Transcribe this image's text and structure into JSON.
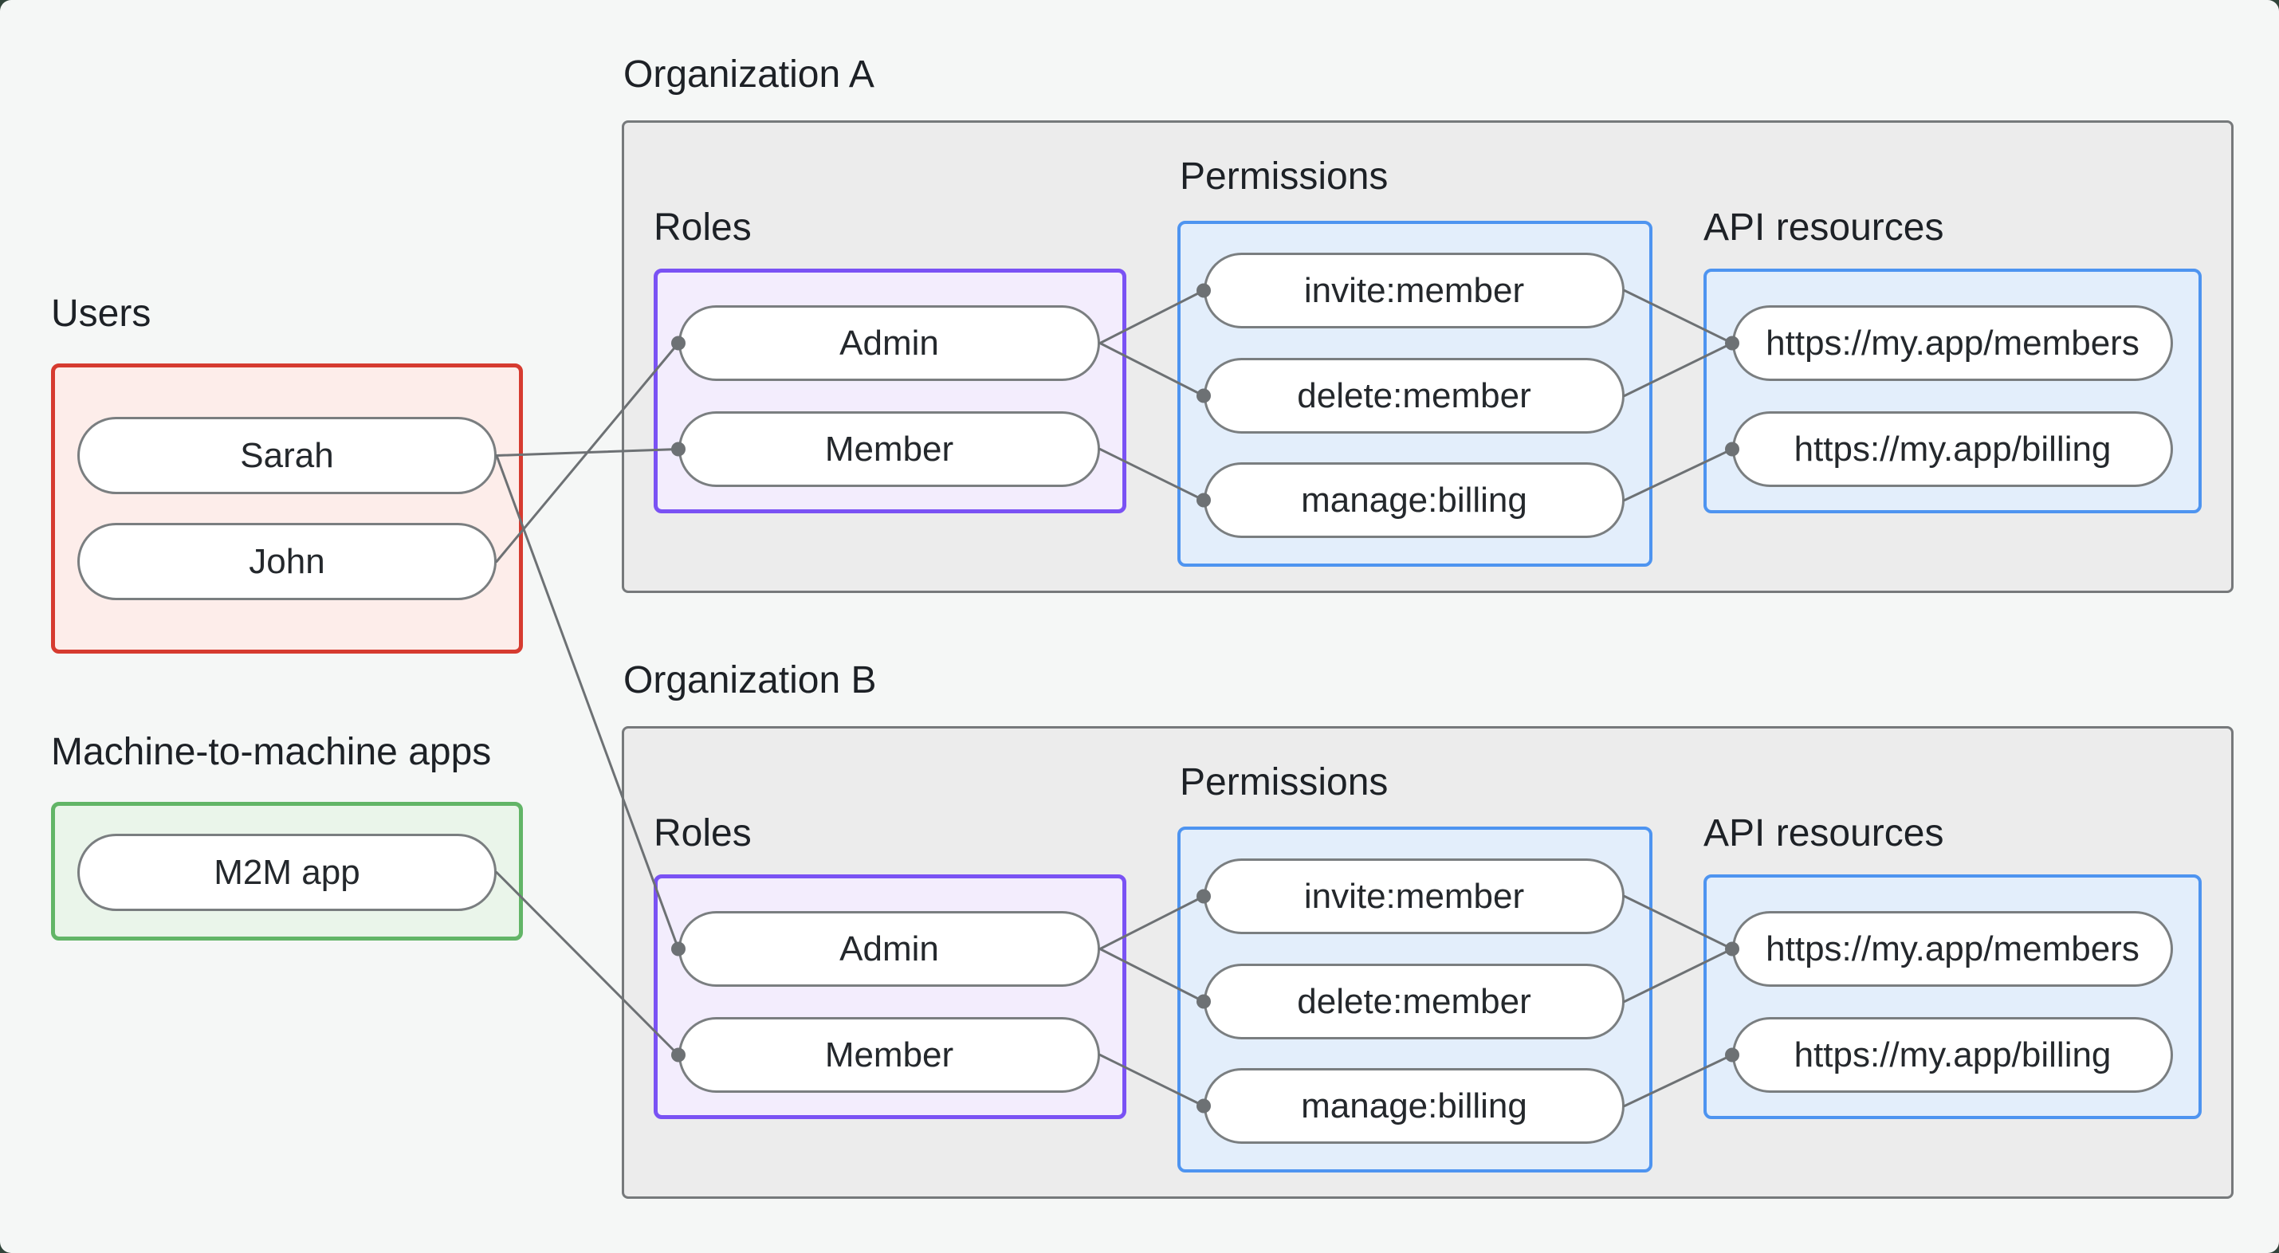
{
  "canvas": {
    "background": "#f5f7f6",
    "corner_backdrop": "#31443a"
  },
  "colors": {
    "edge": "#6d7174",
    "dot": "#6d7174",
    "pill_border": "#7a7e80",
    "pill_fill": "#ffffff",
    "org_box_border": "#76797b",
    "org_box_fill": "#ececec",
    "users_border": "#d63b30",
    "users_fill": "#fdedea",
    "m2m_border": "#62b567",
    "m2m_fill": "#eaf5ea",
    "roles_border": "#7a52f4",
    "roles_fill": "#f3edfd",
    "permissions_border": "#4e94f0",
    "permissions_fill": "#e3eefb",
    "text": "#1d2126"
  },
  "labels": {
    "users": "Users",
    "m2m": "Machine-to-machine apps"
  },
  "orgs": {
    "a": {
      "title": "Organization A",
      "roles_label": "Roles",
      "permissions_label": "Permissions",
      "api_label": "API resources"
    },
    "b": {
      "title": "Organization B",
      "roles_label": "Roles",
      "permissions_label": "Permissions",
      "api_label": "API resources"
    }
  },
  "nodes": {
    "sarah": {
      "label": "Sarah"
    },
    "john": {
      "label": "John"
    },
    "m2m_app": {
      "label": "M2M app"
    },
    "a_admin": {
      "label": "Admin"
    },
    "a_member": {
      "label": "Member"
    },
    "a_invite": {
      "label": "invite:member"
    },
    "a_delete": {
      "label": "delete:member"
    },
    "a_manage": {
      "label": "manage:billing"
    },
    "a_members": {
      "label": "https://my.app/members"
    },
    "a_billing": {
      "label": "https://my.app/billing"
    },
    "b_admin": {
      "label": "Admin"
    },
    "b_member": {
      "label": "Member"
    },
    "b_invite": {
      "label": "invite:member"
    },
    "b_delete": {
      "label": "delete:member"
    },
    "b_manage": {
      "label": "manage:billing"
    },
    "b_members": {
      "label": "https://my.app/members"
    },
    "b_billing": {
      "label": "https://my.app/billing"
    }
  },
  "edges": [
    {
      "from": "sarah",
      "to": "a_member"
    },
    {
      "from": "john",
      "to": "a_admin"
    },
    {
      "from": "sarah",
      "to": "b_admin"
    },
    {
      "from": "m2m_app",
      "to": "b_member"
    },
    {
      "from": "a_admin",
      "to": "a_invite"
    },
    {
      "from": "a_admin",
      "to": "a_delete"
    },
    {
      "from": "a_member",
      "to": "a_manage"
    },
    {
      "from": "a_invite",
      "to": "a_members"
    },
    {
      "from": "a_delete",
      "to": "a_members"
    },
    {
      "from": "a_manage",
      "to": "a_billing"
    },
    {
      "from": "b_admin",
      "to": "b_invite"
    },
    {
      "from": "b_admin",
      "to": "b_delete"
    },
    {
      "from": "b_member",
      "to": "b_manage"
    },
    {
      "from": "b_invite",
      "to": "b_members"
    },
    {
      "from": "b_delete",
      "to": "b_members"
    },
    {
      "from": "b_manage",
      "to": "b_billing"
    }
  ]
}
